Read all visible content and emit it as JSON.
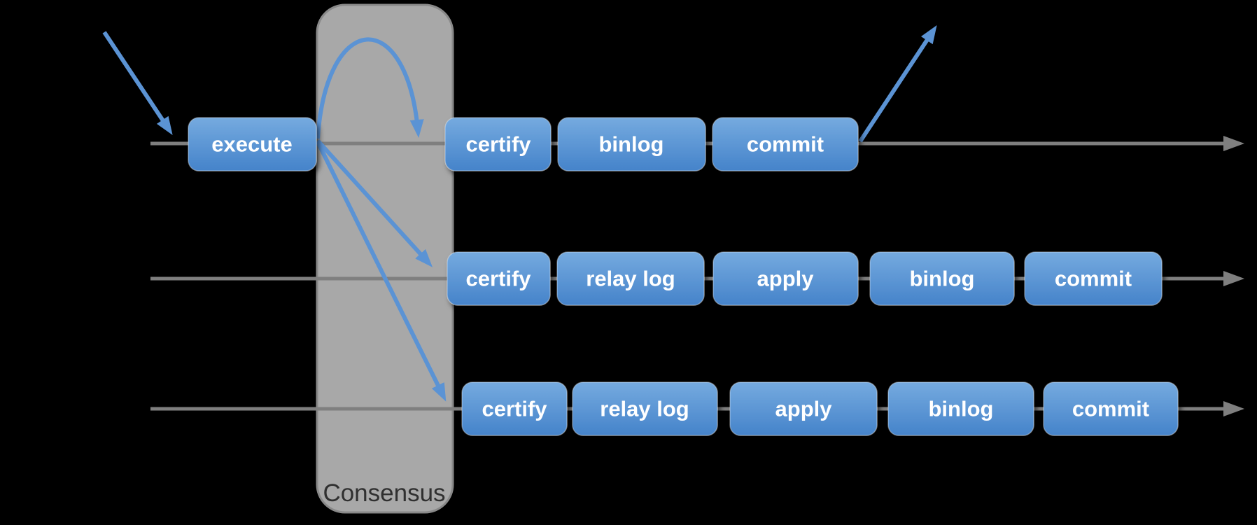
{
  "diagram": {
    "background": "#000000",
    "consensus": {
      "label": "Consensus",
      "fill": "#a8a8a8",
      "border": "#898989",
      "label_color": "#303030"
    },
    "colors": {
      "arrow_blue": "#5b93d4",
      "box_gradient_top": "#75aadf",
      "box_gradient_bottom": "#4583ca",
      "box_text": "#ffffff",
      "timeline_gray": "#7f7f7f"
    },
    "rows": [
      {
        "name": "node-1",
        "boxes": [
          {
            "label": "execute"
          },
          {
            "label": "certify"
          },
          {
            "label": "binlog"
          },
          {
            "label": "commit"
          }
        ]
      },
      {
        "name": "node-2",
        "boxes": [
          {
            "label": "certify"
          },
          {
            "label": "relay log"
          },
          {
            "label": "apply"
          },
          {
            "label": "binlog"
          },
          {
            "label": "commit"
          }
        ]
      },
      {
        "name": "node-3",
        "boxes": [
          {
            "label": "certify"
          },
          {
            "label": "relay log"
          },
          {
            "label": "apply"
          },
          {
            "label": "binlog"
          },
          {
            "label": "commit"
          }
        ]
      }
    ]
  }
}
